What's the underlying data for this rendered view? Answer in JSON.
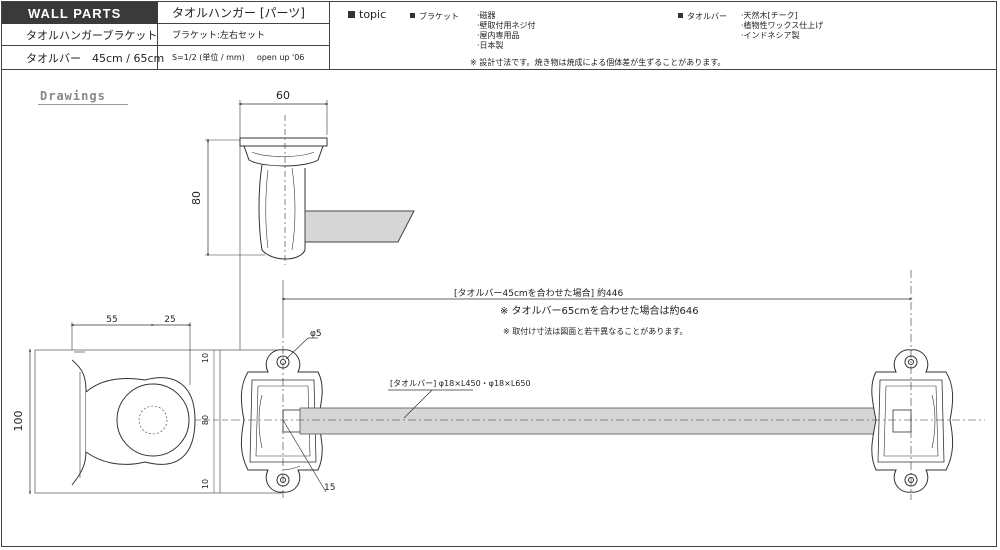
{
  "header": {
    "category": "WALL PARTS",
    "product_type": "タオルハンガーブラケット",
    "sizes": "タオルバー　45cm / 65cm",
    "product_name": "タオルハンガー [パーツ]",
    "bracket_set": "ブラケット:左右セット",
    "scale": "S=1/2 (単位 / mm)",
    "open_up": "open up '06"
  },
  "topic": {
    "label": "topic",
    "bracket_label": "ブラケット",
    "bracket_specs": [
      "磁器",
      "壁取付用ネジ付",
      "屋内専用品",
      "日本製"
    ],
    "towelbar_label": "タオルバー",
    "towelbar_specs": [
      "天然木[チーク]",
      "植物性ワックス仕上げ",
      "インドネシア製"
    ],
    "note": "※ 設計寸法です。焼き物は焼成による個体差が生ずることがあります。"
  },
  "drawing": {
    "title": "Drawings",
    "dim_width_top": "60",
    "dim_height_side": "80",
    "dim_55": "55",
    "dim_25": "25",
    "dim_100": "100",
    "dim_10_top": "10",
    "dim_80_mid": "80",
    "dim_10_bottom": "10",
    "dim_phi5": "φ5",
    "dim_15": "15",
    "span_45_label": "[タオルバー45cmを合わせた場合] 約446",
    "span_65_label": "※ タオルバー65cmを合わせた場合は約646",
    "mount_note": "※ 取付け寸法は図面と若干異なることがあります。",
    "bar_label": "[タオルバー] φ18×L450・φ18×L650"
  }
}
